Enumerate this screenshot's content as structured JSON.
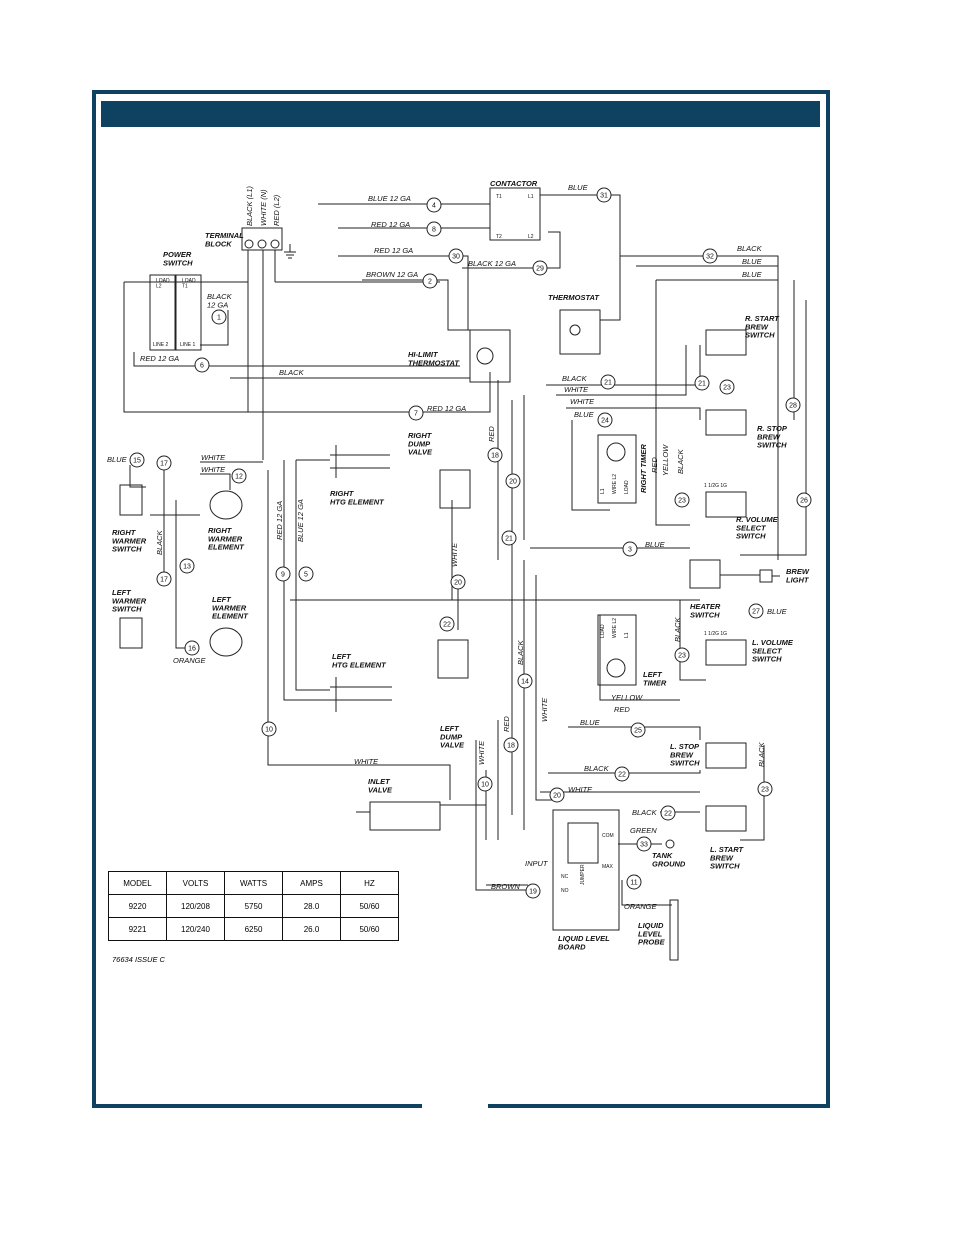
{
  "diagram": {
    "colors": {
      "frame": "#0e4260",
      "line": "#222222"
    },
    "components": {
      "contactor": "CONTACTOR",
      "terminal_block": "TERMINAL\nBLOCK",
      "power_switch": "POWER\nSWITCH",
      "thermostat": "THERMOSTAT",
      "hi_limit": "HI-LIMIT\nTHERMOSTAT",
      "r_start": "R. START\nBREW\nSWITCH",
      "r_stop": "R. STOP\nBREW\nSWITCH",
      "right_timer": "RIGHT TIMER",
      "r_volume": "R. VOLUME\nSELECT\nSWITCH",
      "right_dump": "RIGHT\nDUMP\nVALVE",
      "right_htg": "RIGHT\nHTG ELEMENT",
      "right_warmer_switch": "RIGHT\nWARMER\nSWITCH",
      "right_warmer_element": "RIGHT\nWARMER\nELEMENT",
      "left_warmer_switch": "LEFT\nWARMER\nSWITCH",
      "left_warmer_element": "LEFT\nWARMER\nELEMENT",
      "left_htg": "LEFT\nHTG ELEMENT",
      "left_dump": "LEFT\nDUMP\nVALVE",
      "heater_switch": "HEATER\nSWITCH",
      "brew_light": "BREW\nLIGHT",
      "left_timer": "LEFT\nTIMER",
      "l_volume": "L. VOLUME\nSELECT\nSWITCH",
      "l_stop": "L. STOP\nBREW\nSWITCH",
      "l_start": "L. START\nBREW\nSWITCH",
      "inlet_valve": "INLET\nVALVE",
      "tank_ground": "TANK\nGROUND",
      "liquid_level_board": "LIQUID LEVEL\nBOARD",
      "liquid_level_probe": "LIQUID\nLEVEL\nPROBE"
    },
    "terminals": {
      "l1": "BLACK (L1)",
      "n": "WHITE (N)",
      "l2": "RED (L2)",
      "ps_load_l2": "LOAD\nL2",
      "ps_load_t1": "LOAD\nT1",
      "ps_line2": "LINE 2",
      "ps_line1": "LINE 1",
      "c_t1": "T1",
      "c_l1": "L1",
      "c_t2": "T2",
      "c_l2": "L2",
      "rt_l1": "L1",
      "rt_wire": "WIRE L2",
      "rt_load": "LOAD",
      "lt_load": "LOAD",
      "lt_wire": "WIRE L2",
      "lt_l1": "L1",
      "rv_settings": "1 1/2G   1G",
      "lv_settings": "1 1/2G   1G",
      "llb_com": "COM",
      "llb_max": "MAX",
      "llb_nc": "NC",
      "llb_no": "NO",
      "llb_input": "INPUT",
      "llb_jumper": "JUMPER"
    },
    "wires": {
      "w4": "BLUE 12 GA",
      "w8": "RED 12 GA",
      "w30": "RED 12 GA",
      "w2": "BROWN 12 GA",
      "w29": "BLACK 12 GA",
      "w31": "BLUE",
      "w32": "BLACK",
      "blue_a": "BLUE",
      "blue_b": "BLUE",
      "w1": "BLACK\n12 GA",
      "w6": "RED 12 GA",
      "w7": "RED 12 GA",
      "black_mid": "BLACK",
      "w21": "BLACK",
      "white_a": "WHITE",
      "white_b": "WHITE",
      "w24": "BLUE",
      "red_v": "RED",
      "red_rt": "RED",
      "yellow_rt": "YELLOW",
      "black_rt": "BLACK",
      "w15": "BLUE",
      "w12a": "WHITE",
      "w12b": "WHITE",
      "w17": "BLACK",
      "w9": "RED 12 GA",
      "w5": "BLUE 12 GA",
      "white_v": "WHITE",
      "w3": "BLUE",
      "w27": "BLUE",
      "w16": "ORANGE",
      "black_v1": "BLACK",
      "black_v2": "BLACK",
      "white_v2": "WHITE",
      "yellow_lt": "YELLOW",
      "red_lt": "RED",
      "w25": "BLUE",
      "black_lstop": "BLACK",
      "w22": "BLACK",
      "w20": "WHITE",
      "w22b": "BLACK",
      "w10": "WHITE",
      "red_v2": "RED",
      "white_v3": "WHITE",
      "w33": "GREEN",
      "w19": "BROWN",
      "w11": "ORANGE"
    },
    "numbers": [
      {
        "id": "n4",
        "t": "4"
      },
      {
        "id": "n8",
        "t": "8"
      },
      {
        "id": "n31",
        "t": "31"
      },
      {
        "id": "n30",
        "t": "30"
      },
      {
        "id": "n29",
        "t": "29"
      },
      {
        "id": "n2",
        "t": "2"
      },
      {
        "id": "n32",
        "t": "32"
      },
      {
        "id": "n1",
        "t": "1"
      },
      {
        "id": "n6",
        "t": "6"
      },
      {
        "id": "n21a",
        "t": "21"
      },
      {
        "id": "n21b",
        "t": "21"
      },
      {
        "id": "n23a",
        "t": "23"
      },
      {
        "id": "n7",
        "t": "7"
      },
      {
        "id": "n28",
        "t": "28"
      },
      {
        "id": "n24",
        "t": "24"
      },
      {
        "id": "n15",
        "t": "15"
      },
      {
        "id": "n17a",
        "t": "17"
      },
      {
        "id": "n12",
        "t": "12"
      },
      {
        "id": "n18a",
        "t": "18"
      },
      {
        "id": "n20a",
        "t": "20"
      },
      {
        "id": "n23b",
        "t": "23"
      },
      {
        "id": "n26",
        "t": "26"
      },
      {
        "id": "n13",
        "t": "13"
      },
      {
        "id": "n21c",
        "t": "21"
      },
      {
        "id": "n3",
        "t": "3"
      },
      {
        "id": "n9",
        "t": "9"
      },
      {
        "id": "n5",
        "t": "5"
      },
      {
        "id": "n17b",
        "t": "17"
      },
      {
        "id": "n20b",
        "t": "20"
      },
      {
        "id": "n27",
        "t": "27"
      },
      {
        "id": "n22a",
        "t": "22"
      },
      {
        "id": "n16",
        "t": "16"
      },
      {
        "id": "n23c",
        "t": "23"
      },
      {
        "id": "n14",
        "t": "14"
      },
      {
        "id": "n10a",
        "t": "10"
      },
      {
        "id": "n25",
        "t": "25"
      },
      {
        "id": "n18b",
        "t": "18"
      },
      {
        "id": "n22b",
        "t": "22"
      },
      {
        "id": "n23d",
        "t": "23"
      },
      {
        "id": "n10b",
        "t": "10"
      },
      {
        "id": "n20c",
        "t": "20"
      },
      {
        "id": "n22c",
        "t": "22"
      },
      {
        "id": "n33",
        "t": "33"
      },
      {
        "id": "n11",
        "t": "11"
      },
      {
        "id": "n19",
        "t": "19"
      }
    ]
  },
  "spec_table": {
    "headers": [
      "MODEL",
      "VOLTS",
      "WATTS",
      "AMPS",
      "HZ"
    ],
    "rows": [
      [
        "9220",
        "120/208",
        "5750",
        "28.0",
        "50/60"
      ],
      [
        "9221",
        "120/240",
        "6250",
        "26.0",
        "50/60"
      ]
    ]
  },
  "footer": {
    "issue": "76634  ISSUE C"
  }
}
